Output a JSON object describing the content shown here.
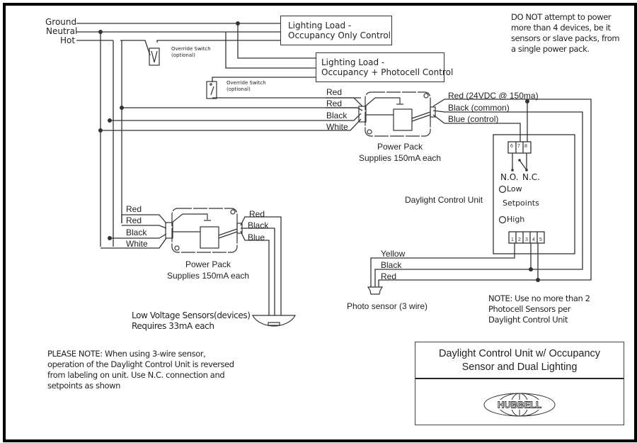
{
  "mains": {
    "ground": "Ground",
    "neutral": "Neutral",
    "hot": "Hot"
  },
  "loads": {
    "occupancy_only": {
      "line1": "Lighting Load -",
      "line2": "Occupancy Only Control"
    },
    "occupancy_photocell": {
      "line1": "Lighting Load -",
      "line2": "Occupancy + Photocell Control"
    }
  },
  "override_switch_1": {
    "line1": "Override Switch",
    "line2": "(optional)"
  },
  "override_switch_2": {
    "line1": "Override Switch",
    "line2": "(optional)"
  },
  "power_pack_1": {
    "input_labels": [
      "Red",
      "Red",
      "Black",
      "White"
    ],
    "output_labels": [
      "Red (24VDC @ 150ma)",
      "Black (common)",
      "Blue (control)"
    ],
    "caption_line1": "Power Pack",
    "caption_line2": "Supplies 150mA each"
  },
  "power_pack_2": {
    "input_labels": [
      "Red",
      "Red",
      "Black",
      "White"
    ],
    "output_labels": [
      "Red",
      "Black",
      "Blue"
    ],
    "caption_line1": "Power Pack",
    "caption_line2": "Supplies 150mA each"
  },
  "sensor": {
    "line1": "Low Voltage Sensors(devices)",
    "line2": "Requires 33mA each"
  },
  "daylight_unit": {
    "label": "Daylight Control Unit",
    "relay_terminals": [
      "6",
      "7",
      "8"
    ],
    "no_label": "N.O.",
    "nc_label": "N.C.",
    "low_label": "Low",
    "setpoints_label": "Setpoints",
    "high_label": "High",
    "bottom_terminals": [
      "1",
      "2",
      "3",
      "4",
      "5"
    ]
  },
  "photo_sensor": {
    "wire_labels": [
      "Yellow",
      "Black",
      "Red"
    ],
    "label": "Photo sensor (3 wire)"
  },
  "notes": {
    "top_right": [
      "DO NOT attempt to power",
      "more than 4 devices, be it",
      "sensors or slave packs, from",
      "a single power pack."
    ],
    "photocell": [
      "NOTE: Use no more than 2",
      "Photocell Sensors per",
      "Daylight Control Unit"
    ],
    "please_note": [
      "PLEASE NOTE: When using 3-wire sensor,",
      "operation of the Daylight Control Unit is reversed",
      "from labeling on unit. Use N.C. connection and",
      "setpoints as shown"
    ]
  },
  "title_block": {
    "line1": "Daylight Control Unit w/ Occupancy",
    "line2": "Sensor and Dual Lighting",
    "logo": "HUBBELL"
  }
}
